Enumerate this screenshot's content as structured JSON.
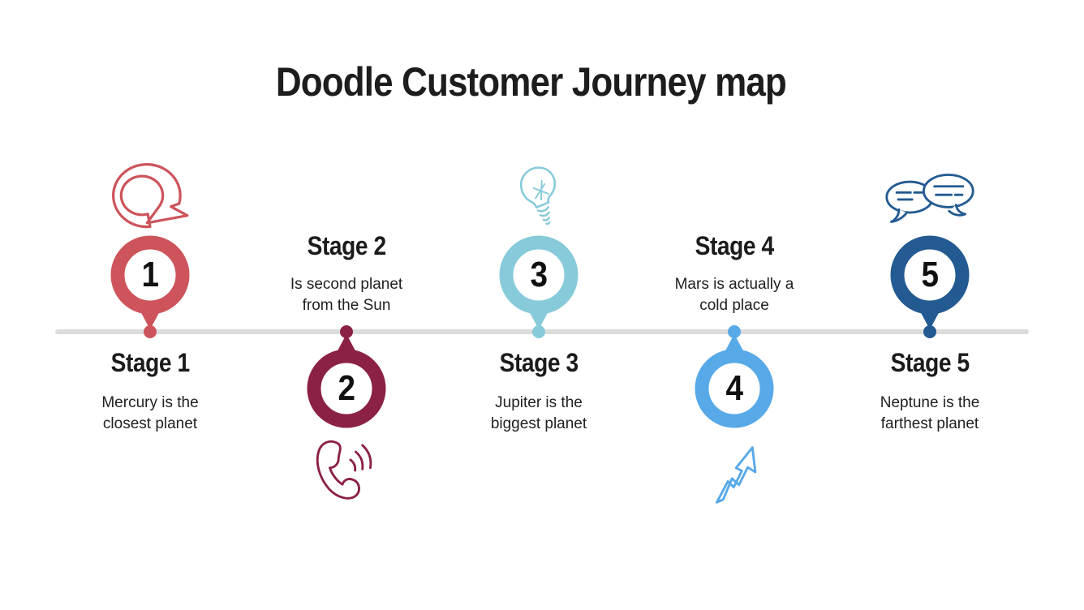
{
  "slide": {
    "title": "Doodle Customer Journey map",
    "background": "#ffffff"
  },
  "timeline": {
    "color": "#dcdcdc"
  },
  "text_colors": {
    "title": "#1d1d1d",
    "stage_title": "#1b1b1b",
    "description": "#212121",
    "number": "#111111"
  },
  "stages": [
    {
      "number": "1",
      "title": "Stage 1",
      "description": "Mercury is the\nclosest planet",
      "color": "#cd545b",
      "icon": "cycle-arrow-icon",
      "placement": "above"
    },
    {
      "number": "2",
      "title": "Stage 2",
      "description": "Is second planet\nfrom the Sun",
      "color": "#8b2145",
      "icon": "phone-icon",
      "placement": "below"
    },
    {
      "number": "3",
      "title": "Stage 3",
      "description": "Jupiter is the\nbiggest planet",
      "color": "#87cbda",
      "icon": "lightbulb-icon",
      "placement": "above"
    },
    {
      "number": "4",
      "title": "Stage 4",
      "description": "Mars is actually a\ncold place",
      "color": "#57a9e8",
      "icon": "growth-arrow-icon",
      "placement": "below"
    },
    {
      "number": "5",
      "title": "Stage 5",
      "description": "Neptune is the\nfarthest planet",
      "color": "#235a91",
      "icon": "chat-bubbles-icon",
      "placement": "above"
    }
  ]
}
